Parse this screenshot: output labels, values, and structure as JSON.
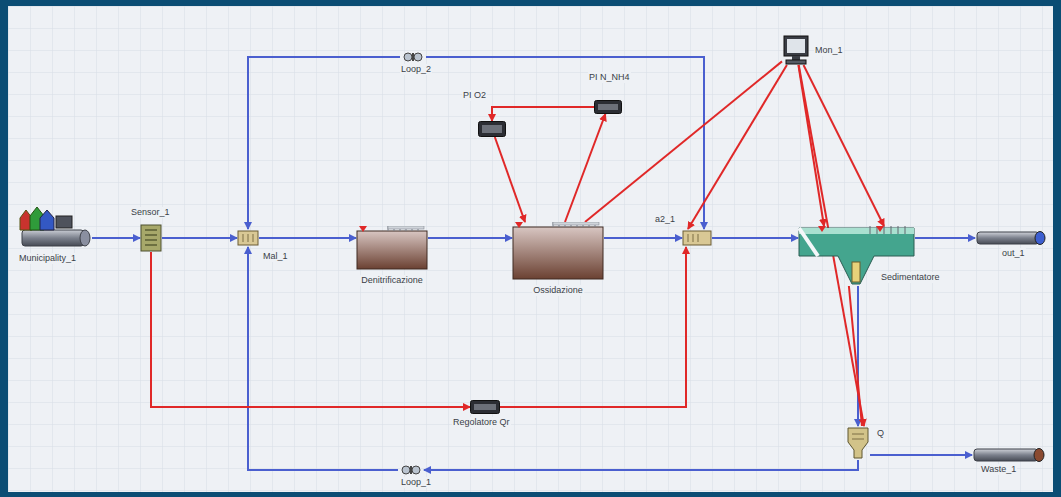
{
  "diagram": {
    "nodes": [
      {
        "text": [
          "Municipality_1"
        ]
      },
      {
        "text": [
          "Sensor_1"
        ]
      },
      {
        "text": [
          "Loop_2"
        ]
      },
      {
        "text": [
          "PI O2"
        ]
      },
      {
        "text": [
          "PI N_NH4"
        ]
      },
      {
        "text": [
          "Mon_1"
        ]
      },
      {
        "text": [
          "Mal_1"
        ]
      },
      {
        "text": [
          "Denitrificazione"
        ]
      },
      {
        "text": [
          "Ossidazione"
        ]
      },
      {
        "text": [
          "a2_1"
        ]
      },
      {
        "text": [
          "Sedimentatore"
        ]
      },
      {
        "text": [
          "out_1"
        ]
      },
      {
        "text": [
          "Regolatore Qr"
        ]
      },
      {
        "text": [
          "Q"
        ]
      },
      {
        "text": [
          "Waste_1"
        ]
      },
      {
        "text": [
          "Loop_1"
        ]
      }
    ],
    "edges": [
      {
        "from": 0,
        "to": 1,
        "arrow": "to"
      },
      {
        "from": 1,
        "to": 6,
        "arrow": "to"
      },
      {
        "from": 6,
        "to": 7,
        "arrow": "to"
      },
      {
        "from": 7,
        "to": 8,
        "arrow": "to"
      },
      {
        "from": 8,
        "to": 9,
        "arrow": "to"
      },
      {
        "from": 9,
        "to": 10,
        "arrow": "to"
      },
      {
        "from": 10,
        "to": 11,
        "arrow": "to"
      },
      {
        "from": 10,
        "to": 13,
        "arrow": "to"
      },
      {
        "from": 13,
        "to": 15,
        "arrow": "to"
      },
      {
        "from": 15,
        "to": 6,
        "arrow": "to"
      },
      {
        "from": 2,
        "to": 9,
        "arrow": "to"
      },
      {
        "from": 2,
        "to": 6,
        "arrow": "to"
      },
      {
        "from": 13,
        "to": 14,
        "arrow": "to"
      },
      {
        "from": 1,
        "to": 12,
        "arrow": "to"
      },
      {
        "from": 12,
        "to": 9,
        "arrow": "to"
      },
      {
        "from": 3,
        "to": 8,
        "arrow": "to"
      },
      {
        "from": 4,
        "to": 3,
        "arrow": "to"
      },
      {
        "from": 8,
        "to": 4,
        "arrow": "to"
      },
      {
        "from": 8,
        "to": 5,
        "arrow": "none"
      },
      {
        "from": 5,
        "to": 9,
        "arrow": "to"
      },
      {
        "from": 5,
        "to": 10,
        "arrow": "to"
      },
      {
        "from": 5,
        "to": 10,
        "arrow": "to"
      },
      {
        "from": 5,
        "to": 13,
        "arrow": "to"
      },
      {
        "from": 10,
        "to": 13,
        "arrow": "none"
      }
    ]
  }
}
